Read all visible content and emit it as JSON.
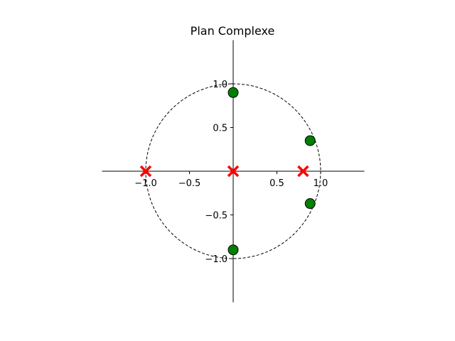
{
  "chart_data": {
    "type": "scatter",
    "title": "Plan Complexe",
    "xlabel": "",
    "ylabel": "",
    "xlim": [
      -1.5,
      1.5
    ],
    "ylim": [
      -1.5,
      1.5
    ],
    "axes": "centered at origin (spines through 0)",
    "grid": false,
    "legend": "none",
    "xticks": [
      {
        "value": -1.0,
        "label": "−1.0"
      },
      {
        "value": -0.5,
        "label": "−0.5"
      },
      {
        "value": 0.5,
        "label": "0.5"
      },
      {
        "value": 1.0,
        "label": "1.0"
      }
    ],
    "yticks": [
      {
        "value": 1.0,
        "label": "1.0"
      },
      {
        "value": 0.5,
        "label": "0.5"
      },
      {
        "value": -0.5,
        "label": "−0.5"
      },
      {
        "value": -1.0,
        "label": "−1.0"
      }
    ],
    "unit_circle": {
      "radius": 1.0,
      "style": "dashed",
      "color": "#000000"
    },
    "series": [
      {
        "marker": "circle",
        "color": "#008000",
        "edgecolor": "#000000",
        "points": [
          {
            "x": 0.0,
            "y": 0.9
          },
          {
            "x": 0.88,
            "y": 0.35
          },
          {
            "x": 0.88,
            "y": -0.37
          },
          {
            "x": 0.0,
            "y": -0.9
          }
        ]
      },
      {
        "marker": "x",
        "color": "#ff0000",
        "points": [
          {
            "x": -1.0,
            "y": 0.0
          },
          {
            "x": 0.0,
            "y": 0.0
          },
          {
            "x": 0.8,
            "y": 0.0
          }
        ]
      }
    ]
  }
}
